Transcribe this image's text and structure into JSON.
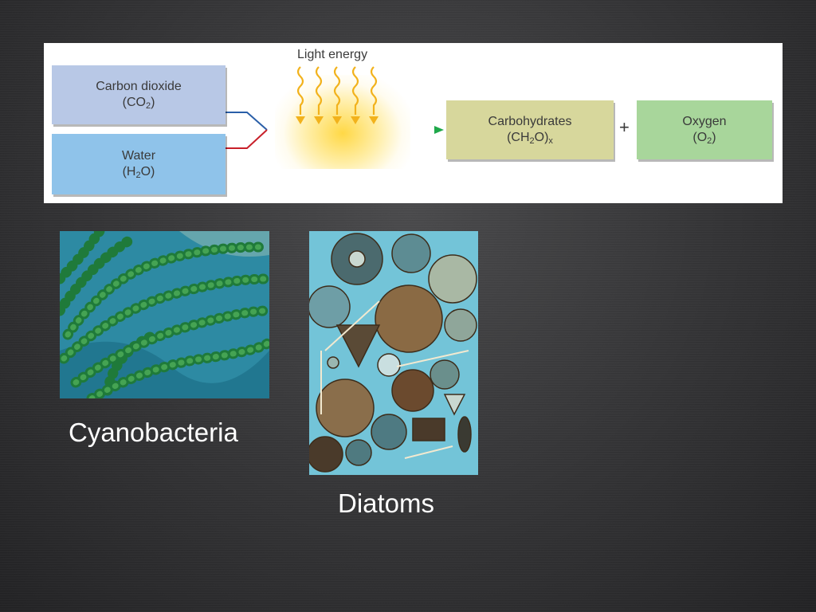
{
  "diagram": {
    "light_label": "Light energy",
    "co2": {
      "name": "Carbon dioxide",
      "formula_a": "(CO",
      "formula_sub": "2",
      "formula_b": ")"
    },
    "water": {
      "name": "Water",
      "formula_a": "(H",
      "formula_sub": "2",
      "formula_b": "O)"
    },
    "carbs": {
      "name": "Carbohydrates",
      "formula_a": "(CH",
      "formula_sub": "2",
      "formula_b": "O)",
      "formula_sub2": "x"
    },
    "plus": "+",
    "oxygen": {
      "name": "Oxygen",
      "formula_a": "(O",
      "formula_sub": "2",
      "formula_b": ")"
    },
    "colors": {
      "co2_line": "#2a5fa8",
      "water_line": "#c8202a",
      "product_arrow": "#1fa84a"
    }
  },
  "captions": {
    "cyanobacteria": "Cyanobacteria",
    "diatoms": "Diatoms"
  }
}
